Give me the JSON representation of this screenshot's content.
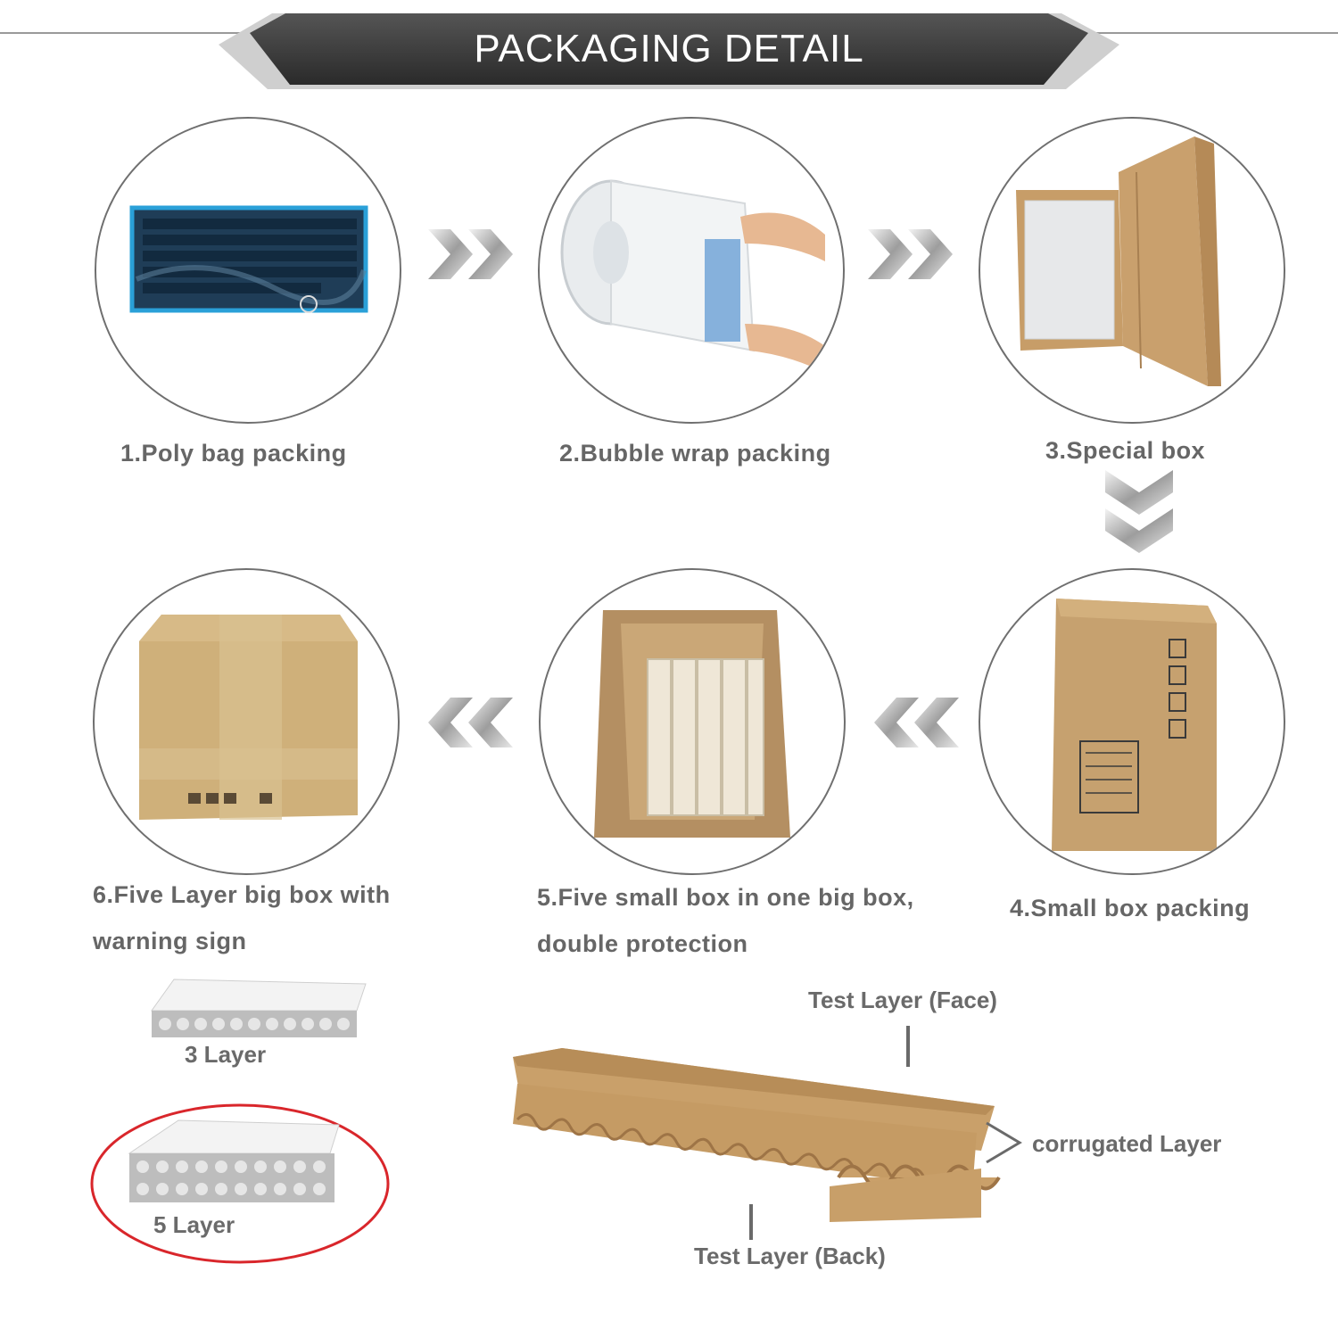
{
  "header": {
    "title": "PACKAGING DETAIL"
  },
  "steps": [
    {
      "label": "1.Poly bag packing"
    },
    {
      "label": "2.Bubble wrap packing"
    },
    {
      "label": "3.Special box"
    },
    {
      "label": "4.Small box packing"
    },
    {
      "label": "5.Five small box in one big box,",
      "label2": "double protection"
    },
    {
      "label": "6.Five Layer big box with",
      "label2": "warning sign"
    }
  ],
  "layers": {
    "three": "3 Layer",
    "five": "5 Layer",
    "highlight_color": "#d9262b"
  },
  "diagram": {
    "face": "Test Layer (Face)",
    "corrugated": "corrugated Layer",
    "back": "Test Layer (Back)"
  },
  "colors": {
    "banner": "#3a3a3a",
    "text": "#666666",
    "cardboard": "#c8a06c",
    "circle_border": "#6f6f6f"
  }
}
